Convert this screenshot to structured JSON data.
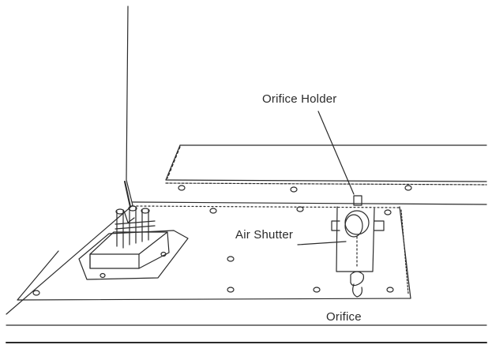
{
  "labels": {
    "orifice_holder": "Orifice Holder",
    "air_shutter": "Air Shutter",
    "orifice": "Orifice"
  }
}
